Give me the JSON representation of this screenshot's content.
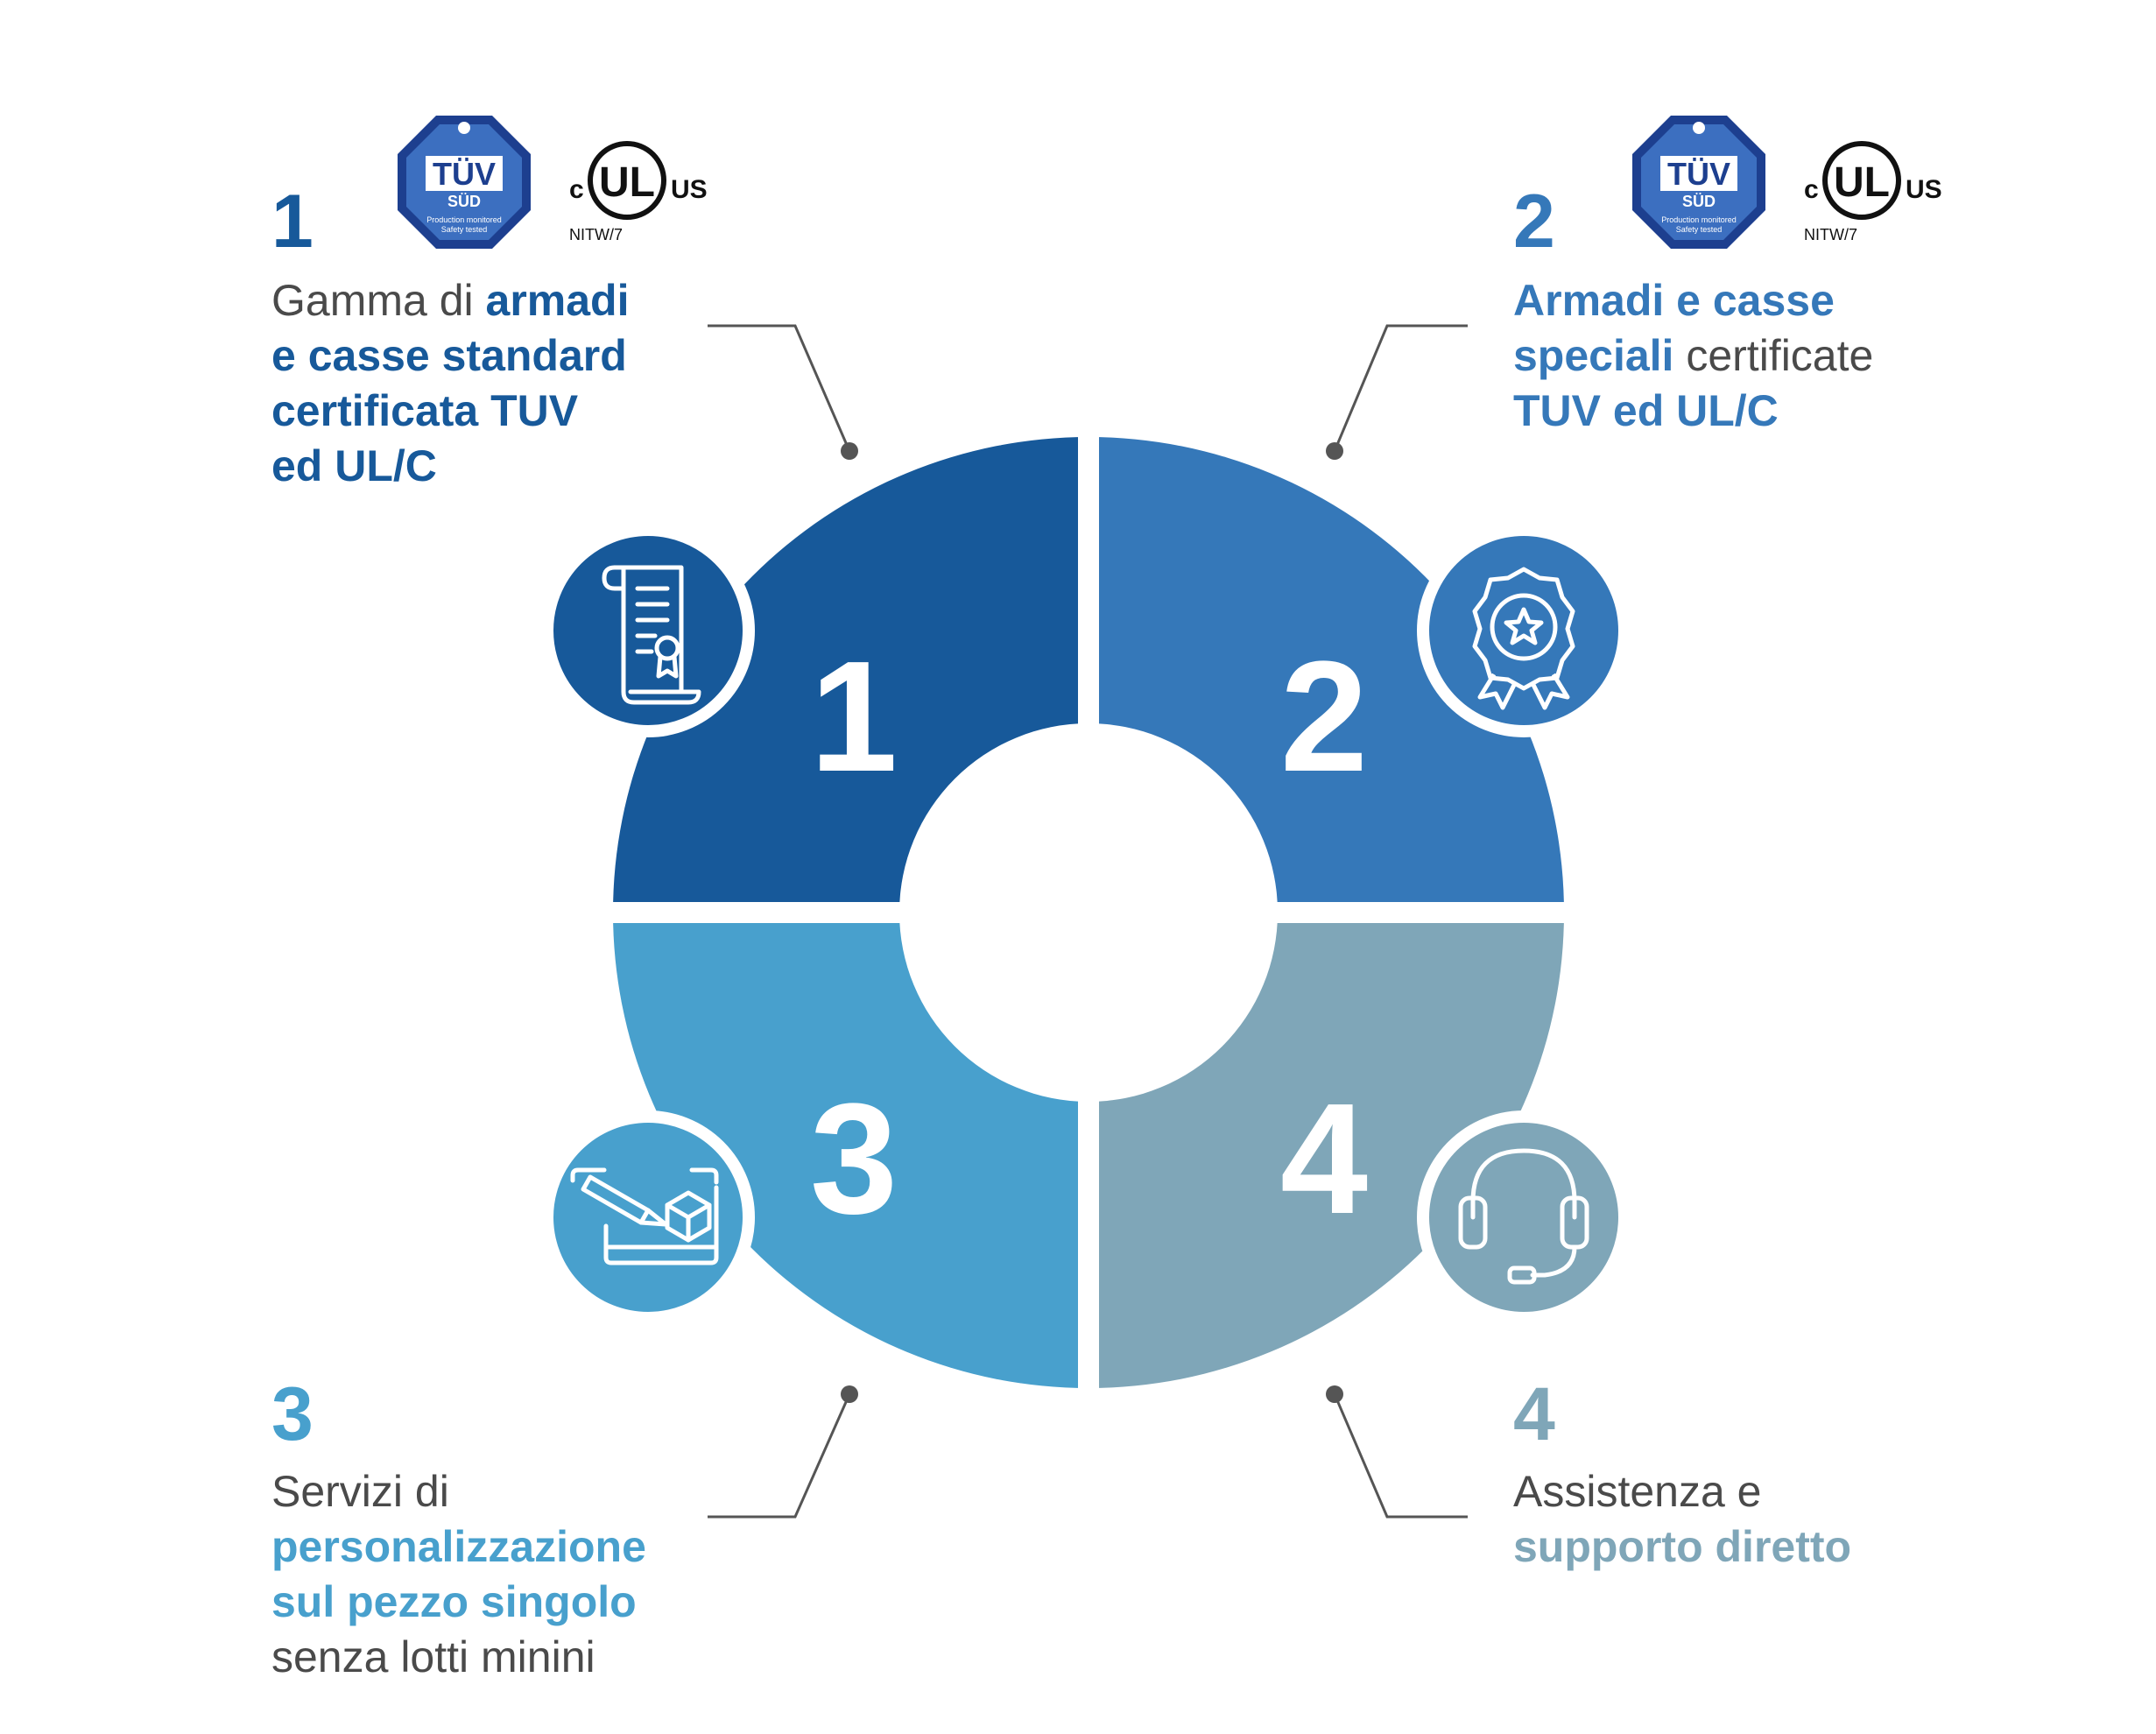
{
  "colors": {
    "seg1": "#17599a",
    "seg2": "#3578b9",
    "seg3": "#48a0cd",
    "seg4": "#7fa6b8",
    "text": "#4a4a4a",
    "leader": "#555555"
  },
  "segments": [
    {
      "number": "1",
      "icon": "certificate-scroll-icon"
    },
    {
      "number": "2",
      "icon": "award-ribbon-icon"
    },
    {
      "number": "3",
      "icon": "design-tablet-icon"
    },
    {
      "number": "4",
      "icon": "headset-icon"
    }
  ],
  "callouts": [
    {
      "number": "1",
      "lines": [
        [
          {
            "t": "Gamma di ",
            "b": false
          },
          {
            "t": "armadi",
            "b": true
          }
        ],
        [
          {
            "t": "e casse standard",
            "b": true
          }
        ],
        [
          {
            "t": "certificata TUV",
            "b": true
          }
        ],
        [
          {
            "t": "ed UL/C",
            "b": true
          }
        ]
      ]
    },
    {
      "number": "2",
      "lines": [
        [
          {
            "t": "Armadi e casse",
            "b": true
          }
        ],
        [
          {
            "t": "speciali",
            "b": true
          },
          {
            "t": " certificate",
            "b": false
          }
        ],
        [
          {
            "t": "TUV ed UL/C",
            "b": true
          }
        ]
      ]
    },
    {
      "number": "3",
      "lines": [
        [
          {
            "t": "Servizi di",
            "b": false
          }
        ],
        [
          {
            "t": "personalizzazione",
            "b": true
          }
        ],
        [
          {
            "t": "sul pezzo singolo",
            "b": true
          }
        ],
        [
          {
            "t": "senza lotti minini",
            "b": false
          }
        ]
      ]
    },
    {
      "number": "4",
      "lines": [
        [
          {
            "t": "Assistenza e",
            "b": false
          }
        ],
        [
          {
            "t": "supporto diretto",
            "b": true
          }
        ]
      ]
    }
  ],
  "certifications": {
    "tuv": {
      "top": "TÜV",
      "bottom": "SÜD",
      "line1": "Production monitored",
      "line2": "Safety tested"
    },
    "ul": {
      "left": "c",
      "mark": "UL",
      "right": "US",
      "code": "NITW/7"
    }
  }
}
